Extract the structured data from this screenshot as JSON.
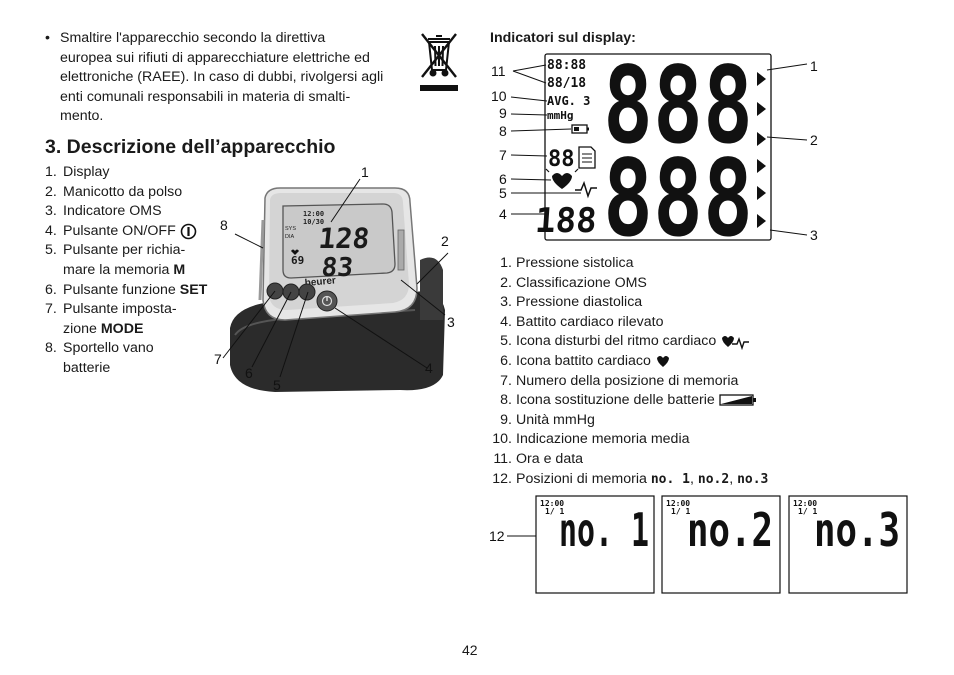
{
  "disposal": {
    "bullet": "•",
    "lines": [
      "Smaltire l'apparecchio secondo la direttiva",
      "europea sui rifiuti di apparecchiature elettriche ed",
      "elettroniche (RAEE). In caso di dubbi, rivolgersi agli",
      "enti comunali responsabili in materia di smalti-",
      "mento."
    ],
    "icon": "crossed-out-wheelie-bin-icon"
  },
  "section": {
    "title": "3. Descrizione dell’apparecchio"
  },
  "device_parts": [
    {
      "num": "1.",
      "lines": [
        "Display"
      ]
    },
    {
      "num": "2.",
      "lines": [
        "Manicotto da polso"
      ]
    },
    {
      "num": "3.",
      "lines": [
        "Indicatore OMS"
      ]
    },
    {
      "num": "4.",
      "lines": [
        "Pulsante ON/OFF"
      ],
      "icon": "power-icon"
    },
    {
      "num": "5.",
      "lines": [
        "Pulsante per richia-",
        "mare la memoria "
      ],
      "bold_suffix": "M"
    },
    {
      "num": "6.",
      "lines": [
        "Pulsante funzione "
      ],
      "bold_suffix": "SET"
    },
    {
      "num": "7.",
      "lines": [
        "Pulsante imposta-",
        "zione "
      ],
      "bold_suffix": "MODE"
    },
    {
      "num": "8.",
      "lines": [
        "Sportello vano",
        "batterie"
      ]
    }
  ],
  "device_image": {
    "brand": "beurer",
    "screen_sys": "128",
    "screen_dia": "83",
    "screen_pulse": "69",
    "screen_time": "12:00",
    "screen_date": "10/30",
    "label_sys": "SYS",
    "label_dia": "DIA",
    "callouts": [
      "1",
      "2",
      "3",
      "4",
      "5",
      "6",
      "7",
      "8"
    ]
  },
  "display_section": {
    "heading": "Indicatori sul display:",
    "lcd": {
      "time": "88:88",
      "date": "88/18",
      "avg": "AVG. 3",
      "unit": "mmHg",
      "memory": "88",
      "pulse": "188",
      "sys": "888",
      "dia": "888"
    },
    "callouts_left": [
      "11",
      "10",
      "9",
      "8",
      "7",
      "6",
      "5",
      "4"
    ],
    "callouts_right": [
      "1",
      "2",
      "3"
    ]
  },
  "display_items": [
    {
      "num": "1.",
      "text": "Pressione sistolica"
    },
    {
      "num": "2.",
      "text": "Classificazione OMS"
    },
    {
      "num": "3.",
      "text": "Pressione diastolica"
    },
    {
      "num": "4.",
      "text": "Battito cardiaco rilevato"
    },
    {
      "num": "5.",
      "text": "Icona disturbi del ritmo cardiaco",
      "icon": "heart-arrhythmia-icon"
    },
    {
      "num": "6.",
      "text": "Icona battito cardiaco",
      "icon": "heart-icon"
    },
    {
      "num": "7.",
      "text": "Numero della posizione di memoria"
    },
    {
      "num": "8.",
      "text": "Icona sostituzione delle batterie",
      "icon": "battery-low-icon"
    },
    {
      "num": "9.",
      "text": "Unità mmHg"
    },
    {
      "num": "10.",
      "text": "Indicazione memoria media"
    },
    {
      "num": "11.",
      "text": "Ora e data"
    },
    {
      "num": "12.",
      "text": "Posizioni di memoria",
      "inline_codes": [
        "no. 1",
        ", ",
        "no.2",
        ", ",
        "no.3"
      ]
    }
  ],
  "memory_panels": {
    "callout": "12",
    "panels": [
      {
        "time": "12:00",
        "date": "1/  1",
        "code": "no. 1"
      },
      {
        "time": "12:00",
        "date": "1/  1",
        "code": "no.2"
      },
      {
        "time": "12:00",
        "date": "1/  1",
        "code": "no.3"
      }
    ]
  },
  "page_number": "42"
}
